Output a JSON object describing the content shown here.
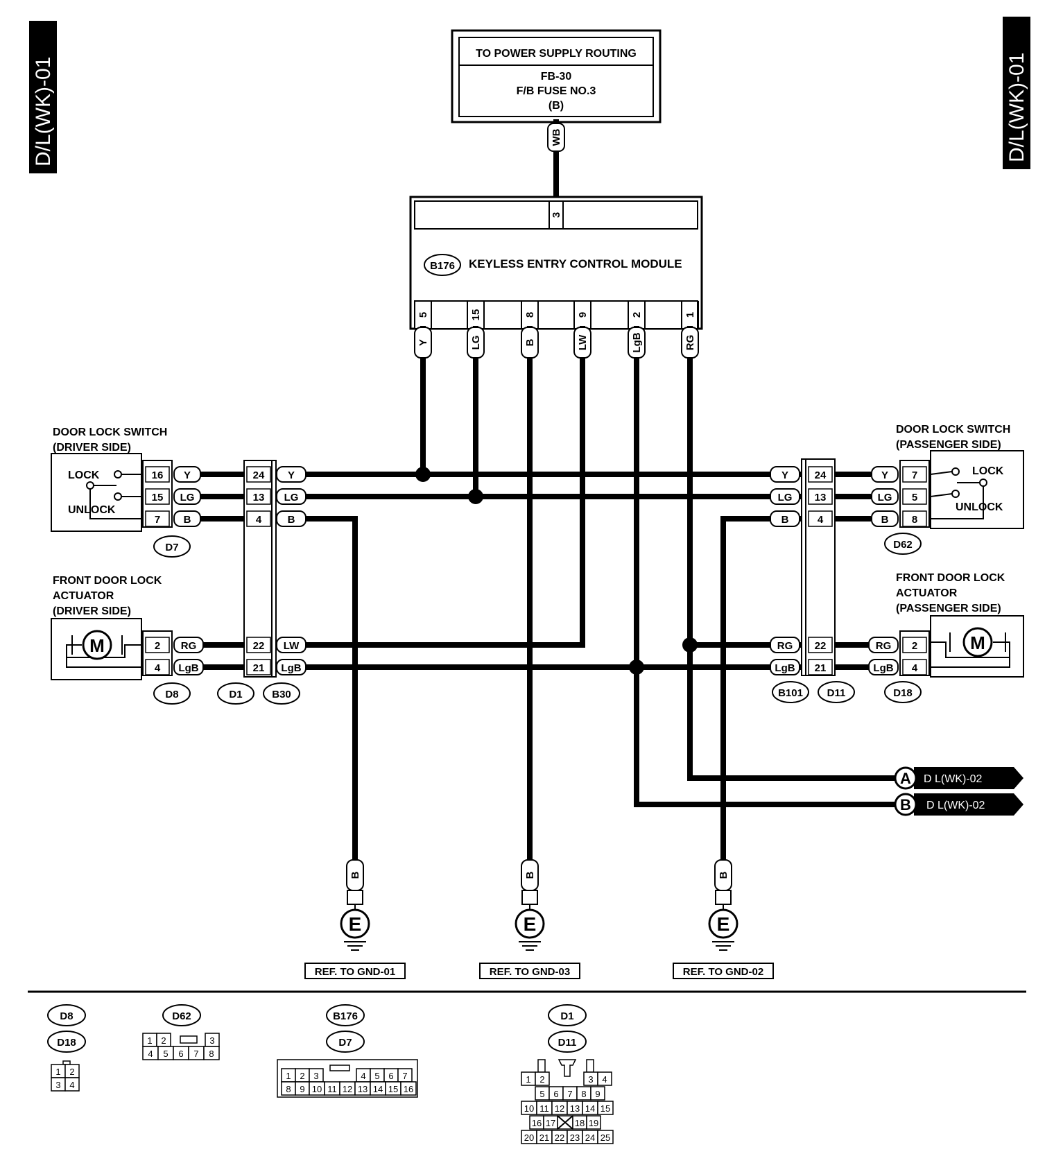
{
  "page_tag": "D/L(WK)-01",
  "power": {
    "title": "TO POWER SUPPLY ROUTING",
    "line1": "FB-30",
    "line2": "F/B FUSE NO.3",
    "line3": "(B)",
    "wire": "WB"
  },
  "module": {
    "connector": "B176",
    "name": "KEYLESS ENTRY CONTROL MODULE",
    "top_pin": "3",
    "pins": [
      "5",
      "15",
      "8",
      "9",
      "2",
      "1"
    ],
    "wires": [
      "Y",
      "LG",
      "B",
      "LW",
      "LgB",
      "RG"
    ]
  },
  "driver_switch": {
    "title1": "DOOR LOCK SWITCH",
    "title2": "(DRIVER SIDE)",
    "lock": "LOCK",
    "unlock": "UNLOCK",
    "connector": "D7",
    "pins": [
      "16",
      "15",
      "7"
    ],
    "wires": [
      "Y",
      "LG",
      "B"
    ]
  },
  "driver_actuator": {
    "title1": "FRONT DOOR LOCK",
    "title2": "ACTUATOR",
    "title3": "(DRIVER SIDE)",
    "motor": "M",
    "connector": "D8",
    "pins": [
      "2",
      "4"
    ],
    "wires": [
      "RG",
      "LgB"
    ]
  },
  "left_junction": {
    "connectors": [
      "D1",
      "B30"
    ],
    "pins": [
      "24",
      "13",
      "4",
      "22",
      "21"
    ],
    "wires": [
      "Y",
      "LG",
      "B",
      "LW",
      "LgB"
    ]
  },
  "passenger_switch": {
    "title1": "DOOR LOCK SWITCH",
    "title2": "(PASSENGER SIDE)",
    "lock": "LOCK",
    "unlock": "UNLOCK",
    "connector": "D62",
    "pins": [
      "7",
      "5",
      "8"
    ],
    "wires": [
      "Y",
      "LG",
      "B"
    ]
  },
  "passenger_actuator": {
    "title1": "FRONT DOOR LOCK",
    "title2": "ACTUATOR",
    "title3": "(PASSENGER SIDE)",
    "motor": "M",
    "connector": "D18",
    "pins": [
      "2",
      "4"
    ],
    "wires": [
      "RG",
      "LgB"
    ]
  },
  "right_junction": {
    "connectors": [
      "B101",
      "D11"
    ],
    "pins": [
      "24",
      "13",
      "4",
      "22",
      "21"
    ],
    "wires_left": [
      "Y",
      "LG",
      "B",
      "RG",
      "LgB"
    ]
  },
  "refs": [
    {
      "letter": "A",
      "text": "D L(WK)-02"
    },
    {
      "letter": "B",
      "text": "D L(WK)-02"
    }
  ],
  "grounds": [
    {
      "wire": "B",
      "symbol": "E",
      "ref": "REF. TO GND-01"
    },
    {
      "wire": "B",
      "symbol": "E",
      "ref": "REF. TO GND-03"
    },
    {
      "wire": "B",
      "symbol": "E",
      "ref": "REF. TO GND-02"
    }
  ],
  "legend": {
    "group1": {
      "labels": [
        "D8",
        "D18"
      ],
      "rows": [
        [
          "1",
          "2"
        ],
        [
          "3",
          "4"
        ]
      ]
    },
    "group2": {
      "labels": [
        "D62"
      ],
      "rows": [
        [
          "1",
          "2",
          "",
          "3"
        ],
        [
          "4",
          "5",
          "6",
          "7",
          "8"
        ]
      ]
    },
    "group3": {
      "labels": [
        "B176",
        "D7"
      ],
      "rows": [
        [
          "1",
          "2",
          "3",
          "4",
          "5",
          "6",
          "7"
        ],
        [
          "8",
          "9",
          "10",
          "11",
          "12",
          "13",
          "14",
          "15",
          "16"
        ]
      ]
    },
    "group4": {
      "labels": [
        "D1",
        "D11"
      ],
      "rows": [
        [
          "1",
          "2",
          "3",
          "4"
        ],
        [
          "5",
          "6",
          "7",
          "8",
          "9"
        ],
        [
          "10",
          "11",
          "12",
          "13",
          "14",
          "15"
        ],
        [
          "16",
          "17",
          "18",
          "19"
        ],
        [
          "20",
          "21",
          "22",
          "23",
          "24",
          "25"
        ]
      ]
    }
  }
}
